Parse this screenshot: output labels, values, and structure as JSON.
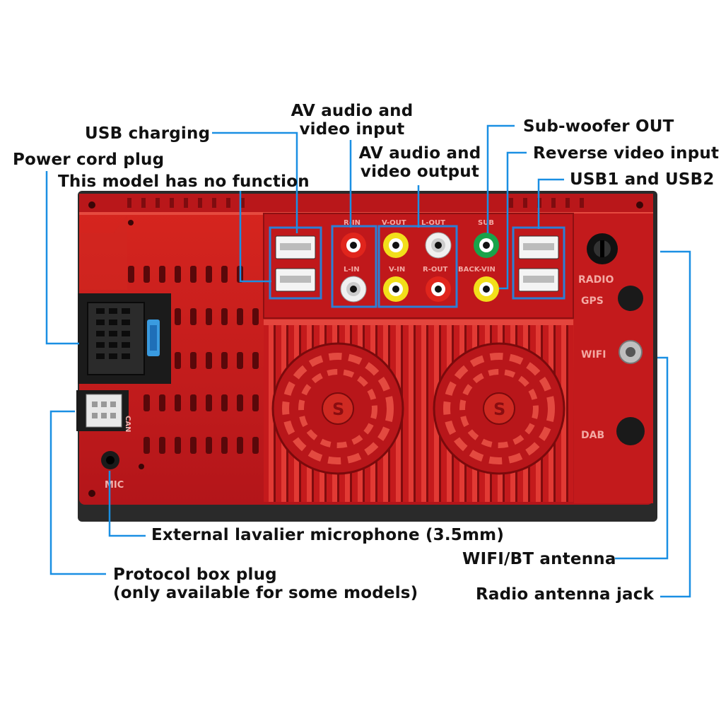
{
  "colors": {
    "body": "#c8191b",
    "body_dark": "#8e1012",
    "body_light": "#e03a33",
    "leader": "#1a8fe3",
    "port_frame": "#2b7fd6",
    "rca_red": "#e0251c",
    "rca_yellow": "#f2df1a",
    "rca_white": "#f2f2f2",
    "rca_green": "#19a34a"
  },
  "callouts": {
    "usb_charging": "USB charging",
    "power_cord": "Power cord plug",
    "no_function": "This model has no function",
    "av_input": [
      "AV audio and",
      "video input"
    ],
    "av_output": [
      "AV audio and",
      "video output"
    ],
    "subwoofer": "Sub-woofer OUT",
    "reverse_video": "Reverse video input",
    "usb12": "USB1 and USB2",
    "microphone": "External lavalier microphone (3.5mm)",
    "protocol_box": [
      "Protocol box plug",
      "(only available for some models)"
    ],
    "wifi_bt": "WIFI/BT antenna",
    "radio_jack": "Radio antenna jack"
  },
  "panel_markings": {
    "r_in": "R-IN",
    "l_in": "L-IN",
    "v_out": "V-OUT",
    "v_in": "V-IN",
    "l_out": "L-OUT",
    "r_out": "R-OUT",
    "sub": "SUB",
    "back_vin": "BACK-VIN",
    "radio": "RADIO",
    "gps": "GPS",
    "wifi": "WIFI",
    "dab": "DAB",
    "mic": "MIC",
    "can": "CAN",
    "fan_logo": "S"
  }
}
